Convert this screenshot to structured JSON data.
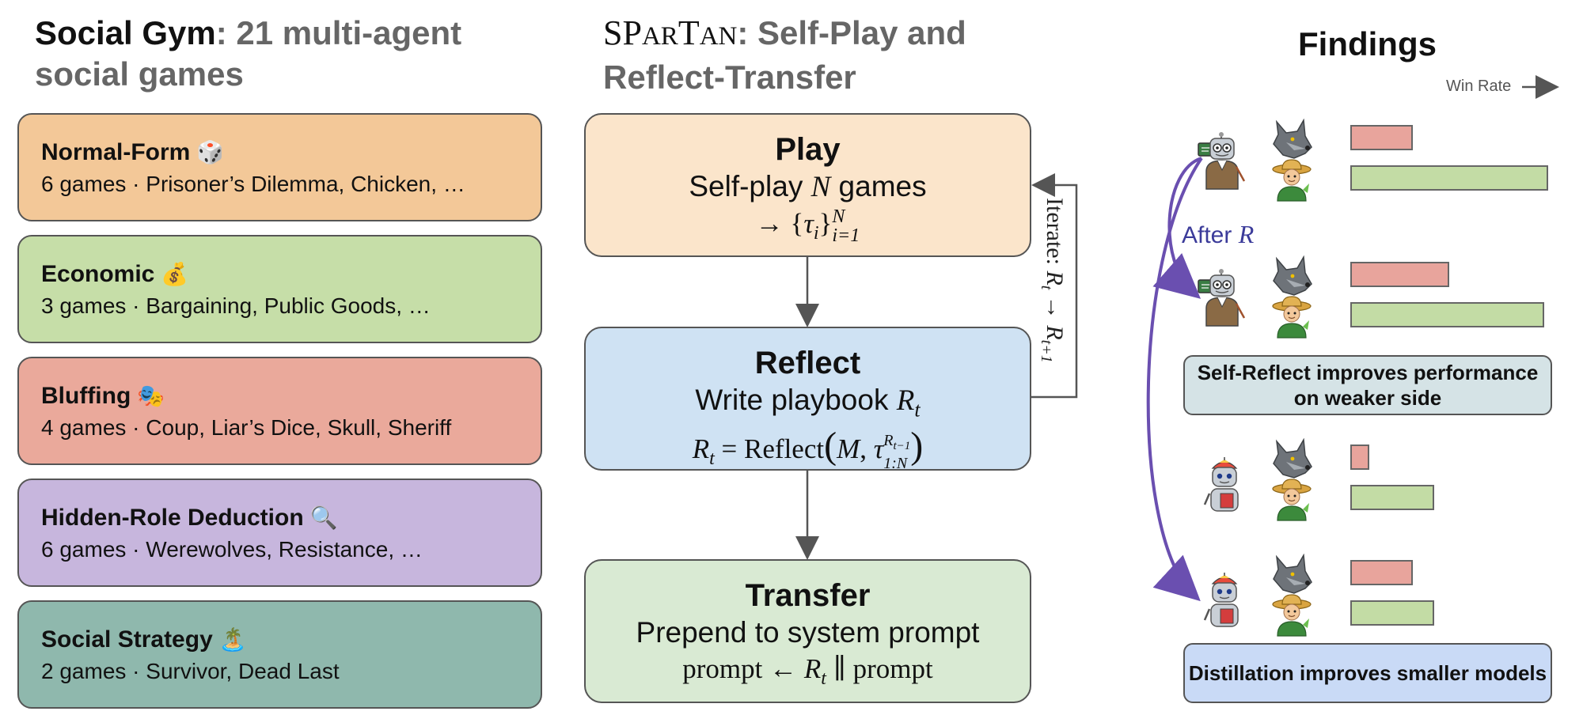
{
  "social_gym": {
    "title_bold": "Social Gym",
    "title_rest": ": 21 multi-agent",
    "title_line2": "social games",
    "cards": [
      {
        "title": "Normal-Form",
        "emoji": "🎲",
        "desc": "6 games · Prisoner’s Dilemma, Chicken, …",
        "color": "#f3c898"
      },
      {
        "title": "Economic",
        "emoji": "💰",
        "desc": "3 games · Bargaining, Public Goods, …",
        "color": "#c6dea8"
      },
      {
        "title": "Bluffing",
        "emoji": "🎭",
        "desc": "4 games · Coup, Liar’s Dice, Skull, Sheriff",
        "color": "#eaa99b"
      },
      {
        "title": "Hidden-Role Deduction",
        "emoji": "🔍",
        "desc": "6 games · Werewolves, Resistance, …",
        "color": "#c7b6dd"
      },
      {
        "title": "Social Strategy",
        "emoji": "🏝️",
        "desc": "2 games · Survivor, Dead Last",
        "color": "#8fb8ad"
      }
    ]
  },
  "spartan": {
    "name_S": "S",
    "name_P": "P",
    "name_AR": "AR",
    "name_T": "T",
    "name_AN": "AN",
    "title_rest": ": Self-Play and",
    "title_line2": "Reflect-Transfer",
    "stages": [
      {
        "title": "Play",
        "line_prefix": "Self-play ",
        "line_var": "N",
        "line_suffix": " games",
        "formula_arrow": "→ {",
        "formula_tau": "τ",
        "formula_sub_i": "i",
        "formula_close": "}",
        "formula_sup": "N",
        "formula_sub": "i=1",
        "color": "#fbe5cb"
      },
      {
        "title": "Reflect",
        "line_prefix": "Write playbook ",
        "line_var": "R",
        "line_sub": "t",
        "formula_lhs": "R",
        "formula_lhs_sub": "t",
        "formula_mid": " = Reflect",
        "formula_open": "(",
        "formula_M": "M",
        "formula_comma": ",  ",
        "formula_tau": "τ",
        "formula_sup": "R",
        "formula_sup_sub": "t−1",
        "formula_sub": "1:N",
        "formula_close": ")",
        "color": "#cfe2f3"
      },
      {
        "title": "Transfer",
        "line_prefix": "Prepend to system prompt",
        "formula_a": "prompt ← ",
        "formula_R": "R",
        "formula_R_sub": "t",
        "formula_b": " ∥ prompt",
        "color": "#d9ead3"
      }
    ],
    "iterate_prefix": "Iterate: ",
    "iterate_R": "R",
    "iterate_sub1": "t",
    "iterate_arrow": " → ",
    "iterate_sub2": "t+1"
  },
  "findings": {
    "title": "Findings",
    "winrate_label": "Win Rate",
    "after_prefix": "After ",
    "after_var": "R",
    "groups": [
      {
        "agent": "teacher-robot",
        "red": 0.29,
        "green": 0.92
      },
      {
        "agent": "teacher-robot",
        "red": 0.46,
        "green": 0.9
      },
      {
        "agent": "small-robot",
        "red": 0.09,
        "green": 0.39
      },
      {
        "agent": "small-robot",
        "red": 0.29,
        "green": 0.39
      }
    ],
    "box1": "Self-Reflect improves performance on weaker side",
    "box2": "Distillation improves smaller models",
    "box1_color": "#d5e3e6",
    "box2_color": "#c9daf6"
  }
}
